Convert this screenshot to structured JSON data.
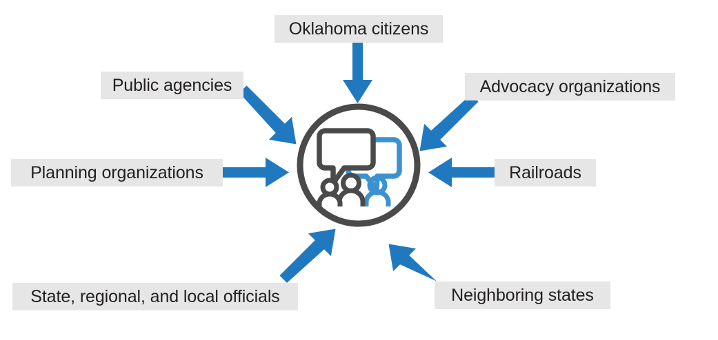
{
  "diagram": {
    "title": "Stakeholder engagement diagram",
    "type": "hub-and-spoke",
    "center": {
      "name": "community-engagement-icon",
      "description": "Circle containing two speech bubbles above three people figures"
    },
    "colors": {
      "accent_blue": "#2079be",
      "dark_gray": "#4a4a4a",
      "label_background": "#e6e6e6",
      "label_text": "#231f20",
      "page_background": "#ffffff"
    },
    "nodes": [
      {
        "id": "oklahoma-citizens",
        "label": "Oklahoma citizens",
        "position": "top",
        "arrow_direction": "down"
      },
      {
        "id": "public-agencies",
        "label": "Public agencies",
        "position": "top-left",
        "arrow_direction": "down-right"
      },
      {
        "id": "advocacy-organizations",
        "label": "Advocacy organizations",
        "position": "top-right",
        "arrow_direction": "down-left"
      },
      {
        "id": "planning-organizations",
        "label": "Planning organizations",
        "position": "left",
        "arrow_direction": "right"
      },
      {
        "id": "railroads",
        "label": "Railroads",
        "position": "right",
        "arrow_direction": "left"
      },
      {
        "id": "state-regional-local-officials",
        "label": "State, regional, and local officials",
        "position": "bottom-left",
        "arrow_direction": "up-right"
      },
      {
        "id": "neighboring-states",
        "label": "Neighboring states",
        "position": "bottom-right",
        "arrow_direction": "up-left"
      }
    ]
  }
}
